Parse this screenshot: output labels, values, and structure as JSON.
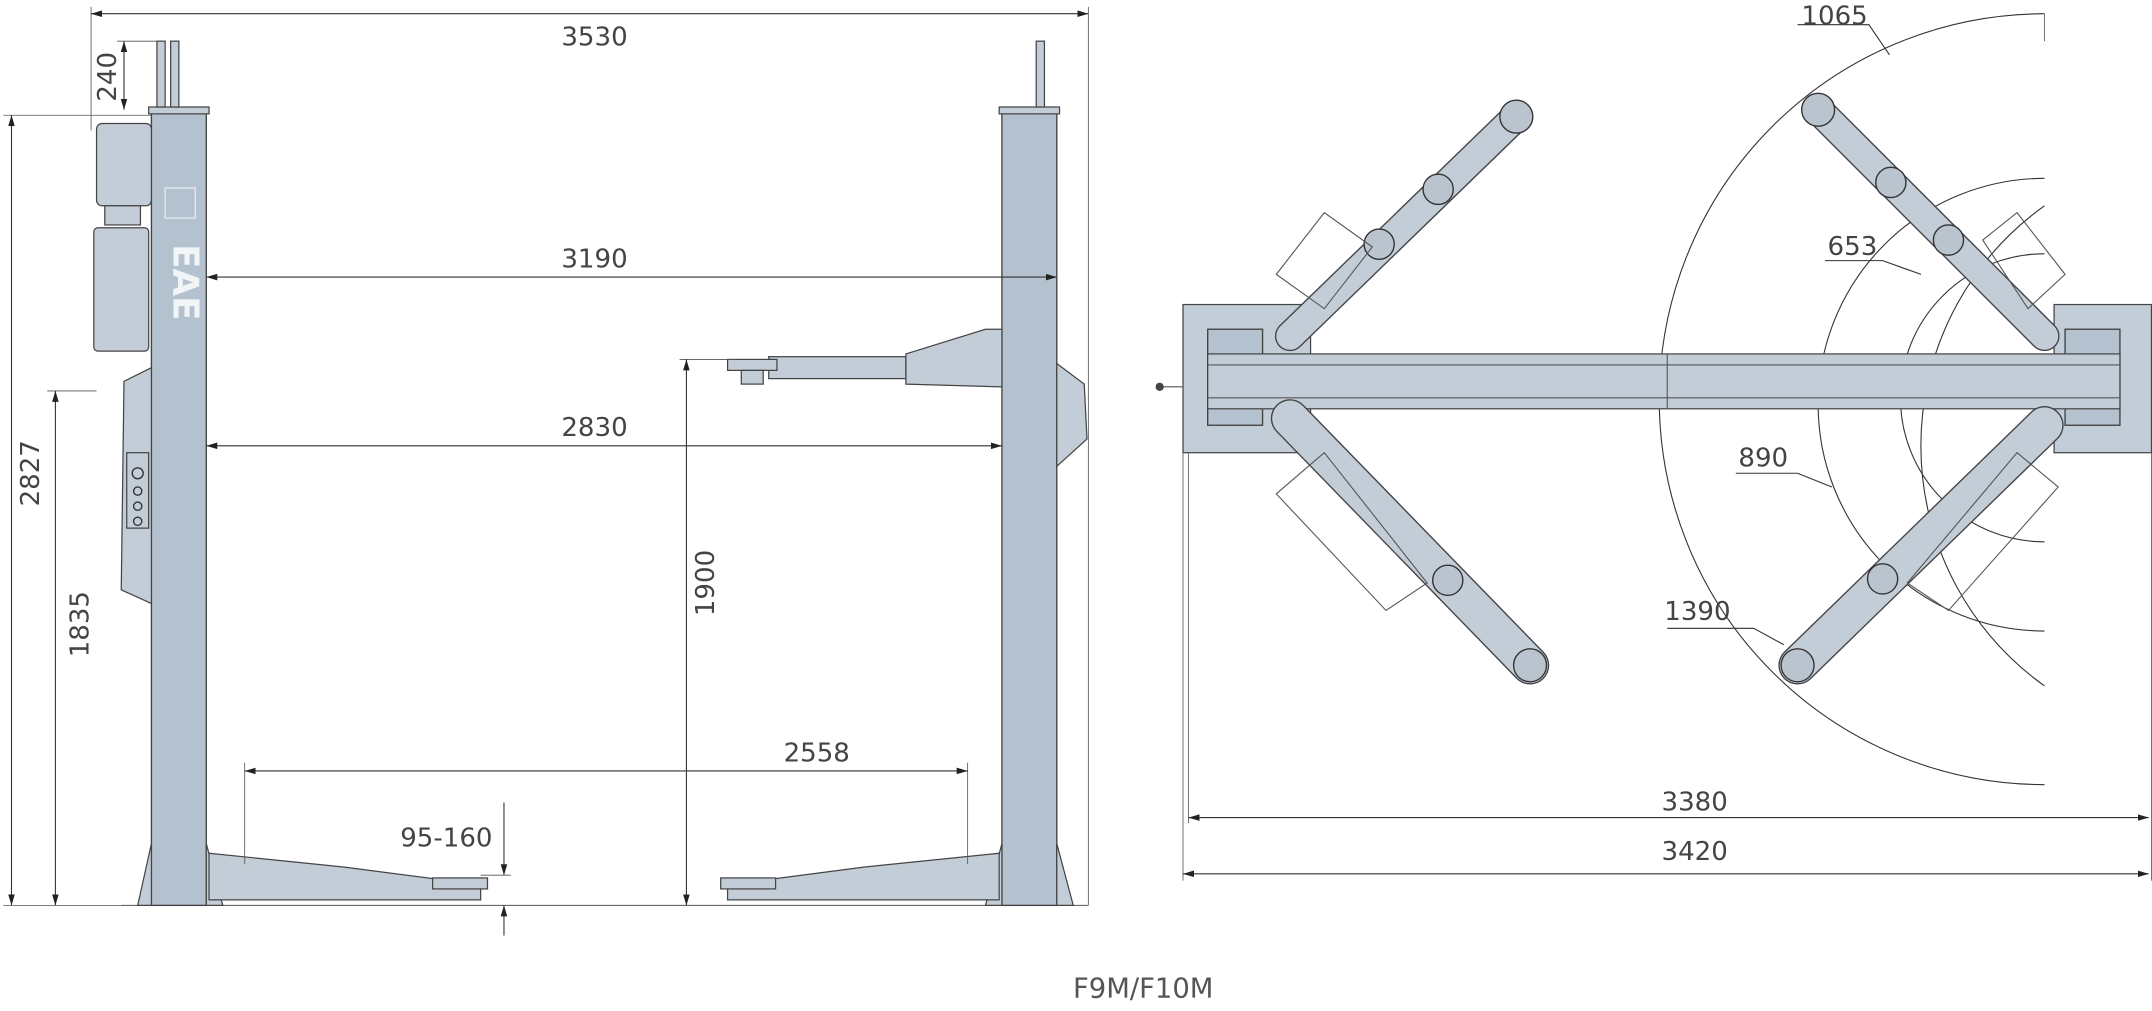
{
  "title": "F9M/F10M",
  "logo_text": "EAE",
  "side_view": {
    "overall_width": "3530",
    "top_clearance": "240",
    "width_between_posts_outer": "3190",
    "width_between_posts_inner": "2830",
    "overall_height": "2827",
    "control_height": "1835",
    "lift_height": "1900",
    "arm_span": "2558",
    "pad_height": "95-160"
  },
  "top_view": {
    "arm_reach_max": "1065",
    "arm_reach_min": "653",
    "radius_890": "890",
    "radius_1390": "1390",
    "base_inner_width": "3380",
    "base_outer_width": "3420"
  },
  "colors": {
    "post": "#b4c2d0",
    "line": "#333333"
  }
}
